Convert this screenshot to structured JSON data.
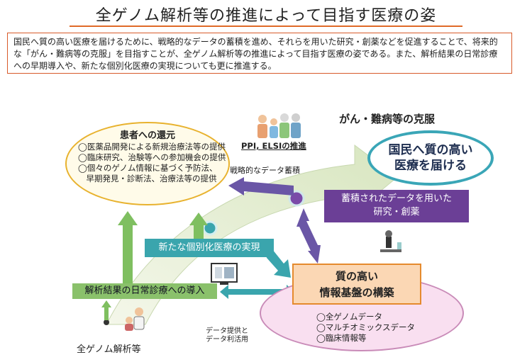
{
  "title": "全ゲノム解析等の推進によって目指す医療の姿",
  "intro": "国民へ質の高い医療を届けるために、戦略的なデータの蓄積を進め、それらを用いた研究・創薬などを促進することで、将来的な「がん・難病等の克服」を目指すことが、全ゲノム解析等の推進によって目指す医療の姿である。また、解析結果の日常診療への早期導入や、新たな個別化医療の実現についても更に推進する。",
  "goal": {
    "title": "がん・難病等の克服",
    "line1": "国民へ質の高い",
    "line2": "医療を届ける"
  },
  "patient": {
    "title": "患者への還元",
    "items": [
      "◯医薬品開発による新規治療法等の提供",
      "◯臨床研究、治験等への参加機会の提供",
      "◯個々のゲノム情報に基づく予防法、",
      "　早期発見・診断法、治療法等の提供"
    ]
  },
  "ppi": "PPI, ELSIの推進",
  "accumulation": "戦略的なデータ蓄積",
  "research": {
    "line1": "蓄積されたデータを用いた",
    "line2": "研究・創薬"
  },
  "personalized": "新たな個別化医療の実現",
  "infra": {
    "line1": "質の高い",
    "line2": "情報基盤の構築",
    "items": [
      "◯全ゲノムデータ",
      "◯マルチオミックスデータ",
      "◯臨床情報等"
    ]
  },
  "daily": "解析結果の日常診療への導入",
  "data_use": {
    "line1": "データ提供と",
    "line2": "データ利活用"
  },
  "wgs": "全ゲノム解析等",
  "colors": {
    "accent_orange": "#e06a28",
    "teal": "#3aa6b7",
    "purple": "#6b3f96",
    "green": "#8ac16b",
    "arrow_purple": "#6a56a6",
    "arrow_teal": "#3aa5ad"
  }
}
